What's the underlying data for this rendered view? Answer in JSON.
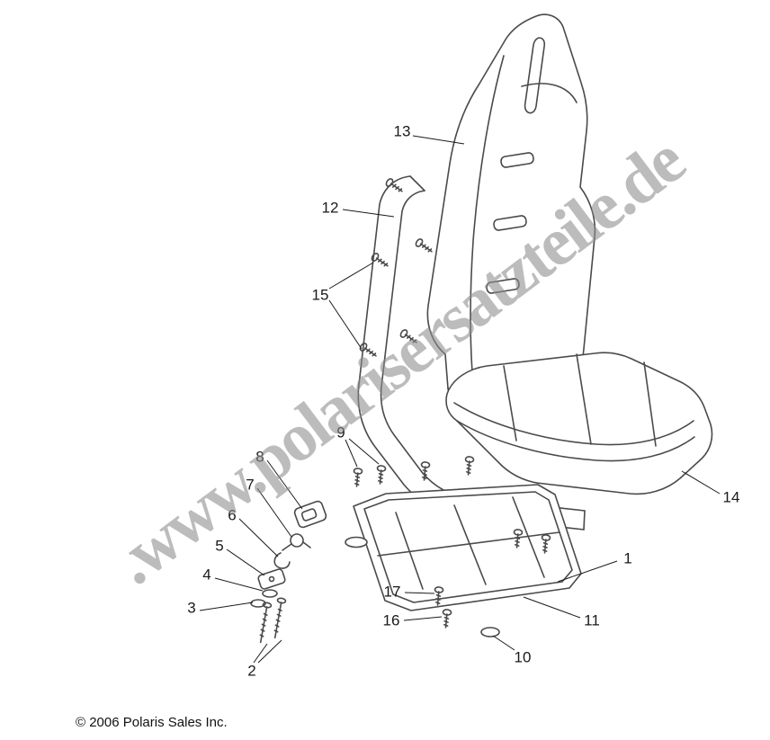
{
  "watermark": {
    "text": ".www.polarisersatzteile.de"
  },
  "footer": {
    "copyright": "© 2006 Polaris Sales Inc."
  },
  "colors": {
    "line": "#4a4a4a",
    "leader": "#1a1a1a",
    "watermark": "#8d8d8d"
  },
  "callouts": [
    {
      "label": "1"
    },
    {
      "label": "2"
    },
    {
      "label": "3"
    },
    {
      "label": "4"
    },
    {
      "label": "5"
    },
    {
      "label": "6"
    },
    {
      "label": "7"
    },
    {
      "label": "8"
    },
    {
      "label": "9"
    },
    {
      "label": "10"
    },
    {
      "label": "11"
    },
    {
      "label": "12"
    },
    {
      "label": "13"
    },
    {
      "label": "14"
    },
    {
      "label": "15"
    },
    {
      "label": "16"
    },
    {
      "label": "17"
    }
  ]
}
